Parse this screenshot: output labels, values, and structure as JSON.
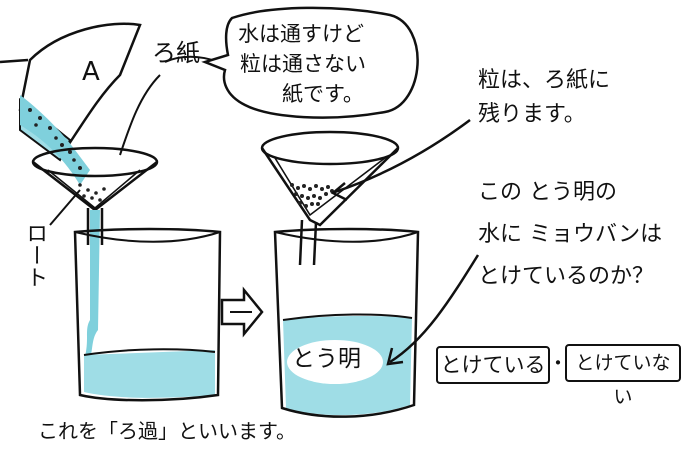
{
  "labels": {
    "filter_paper": "ろ紙",
    "bubble_line1": "水は通すけど",
    "bubble_line2": "粒は通さない",
    "bubble_line3": "紙です。",
    "remain_line1": "粒は、ろ紙に",
    "remain_line2": "残ります。",
    "question_line1": "この とう明の",
    "question_line2": "水に ミョウバンは",
    "question_line3": "とけているのか？",
    "funnel": "ロート",
    "container_a": "A",
    "transparent": "とう明",
    "caption": "これを「ろ過」といいます。"
  },
  "choices": {
    "dissolved": "とけている",
    "not_dissolved": "とけていない",
    "separator": "・"
  },
  "colors": {
    "water": "#9fdde6",
    "stream": "#7fd0dc",
    "ink": "#111111",
    "grains": "#222222"
  }
}
